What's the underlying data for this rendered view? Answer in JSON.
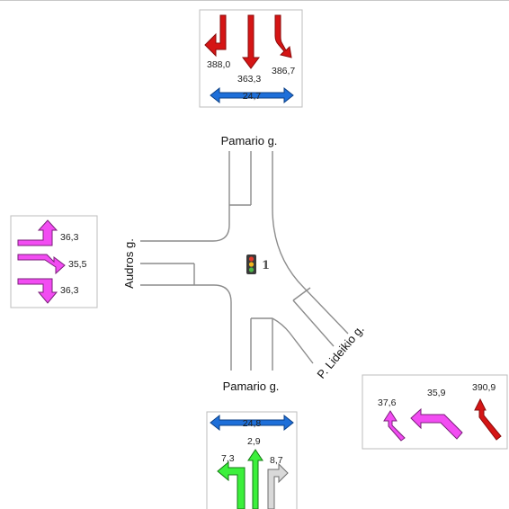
{
  "colors": {
    "red": "#d51515",
    "red_dark": "#8a0b0b",
    "magenta": "#f24cf2",
    "magenta_dark": "#7a1f7a",
    "green": "#3cf03c",
    "green_dark": "#137a13",
    "blue": "#1e6fd9",
    "blue_dark": "#0b3f85",
    "grey": "#d9d9d9",
    "grey_dark": "#6d6d6d",
    "road": "#8c8c8c"
  },
  "intersection": {
    "signal_number": "1",
    "signal_icon": "traffic-light-icon"
  },
  "streets": {
    "north": "Pamario g.",
    "south": "Pamario g.",
    "west": "Audros g.",
    "southeast": "P. Lideikio g."
  },
  "north_approach": {
    "left_turn": "388,0",
    "through": "363,3",
    "right_turn": "386,7",
    "pedestrian": "24,7"
  },
  "west_approach": {
    "left_turn": "36,3",
    "through": "35,5",
    "right_turn": "36,3"
  },
  "southeast_approach": {
    "left_turn": "37,6",
    "slight_left": "35,9",
    "through": "390,9"
  },
  "south_approach": {
    "pedestrian": "24,8",
    "left_turn": "7,3",
    "through": "2,9",
    "right_turn": "8,7"
  }
}
